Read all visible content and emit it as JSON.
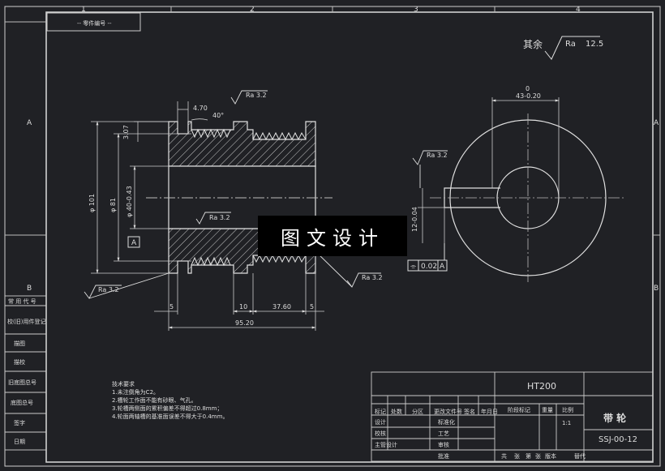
{
  "frame": {
    "grid_top": [
      "1",
      "2",
      "3",
      "4"
    ],
    "grid_side": [
      "A",
      "B"
    ],
    "top_left_stamp": "-- 零件编号 --"
  },
  "roughness_note": {
    "prefix": "其余",
    "ra_label": "Ra",
    "ra_value": "12.5"
  },
  "dims": {
    "groove_w": "4.70",
    "angle": "40°",
    "pitch": "3.07",
    "dia_outer": "φ 101",
    "dia_groove": "φ 81",
    "dia_bore": "φ 40-0.43",
    "datum": "A",
    "len_5a": "5",
    "len_10": "10",
    "len_37": "37.60",
    "len_5b": "5",
    "len_total": "95.20",
    "key_w": "43-0.20",
    "key_w_tol": "0",
    "key_depth": "12-0.04",
    "roughness": [
      "Ra 3.2",
      "Ra 3.2",
      "Ra 3.2",
      "Ra 3.2",
      "Ra 3.2"
    ]
  },
  "tolerance_frame": {
    "symbol": "⌯",
    "value": "0.02",
    "datum": "A"
  },
  "watermark": "图文设计",
  "tech_notes": {
    "title": "技术要求",
    "lines": [
      "1.未注倒角为C2。",
      "2.槽轮工作面不能有砂眼、气孔。",
      "3.轮槽两侧面的累积偏差不得超过0.8mm；",
      "4.轮面两轴槽的基准面误差不得大于0.4mm。"
    ]
  },
  "left_strip": [
    "常 用 代 号",
    "校(旧)用件登记",
    "描图",
    "描校",
    "旧底图总号",
    "底图总号",
    "签字",
    "日期"
  ],
  "title_block": {
    "material": "HT200",
    "part_name": "带 轮",
    "drawing_no": "SSJ-00-12",
    "scale_head": "比例",
    "weight_head": "重量",
    "stage_head": "阶段标记",
    "scale_val": "1:1",
    "row_heads": [
      "标记",
      "处数",
      "分区",
      "更改文件号",
      "签名",
      "年月日"
    ],
    "roles": [
      "设计",
      "标准化",
      "校核",
      "工艺",
      "主管设计",
      "审核",
      "批准"
    ],
    "bottom": [
      "共",
      "张",
      "第",
      "张",
      "版本",
      "替代"
    ]
  }
}
